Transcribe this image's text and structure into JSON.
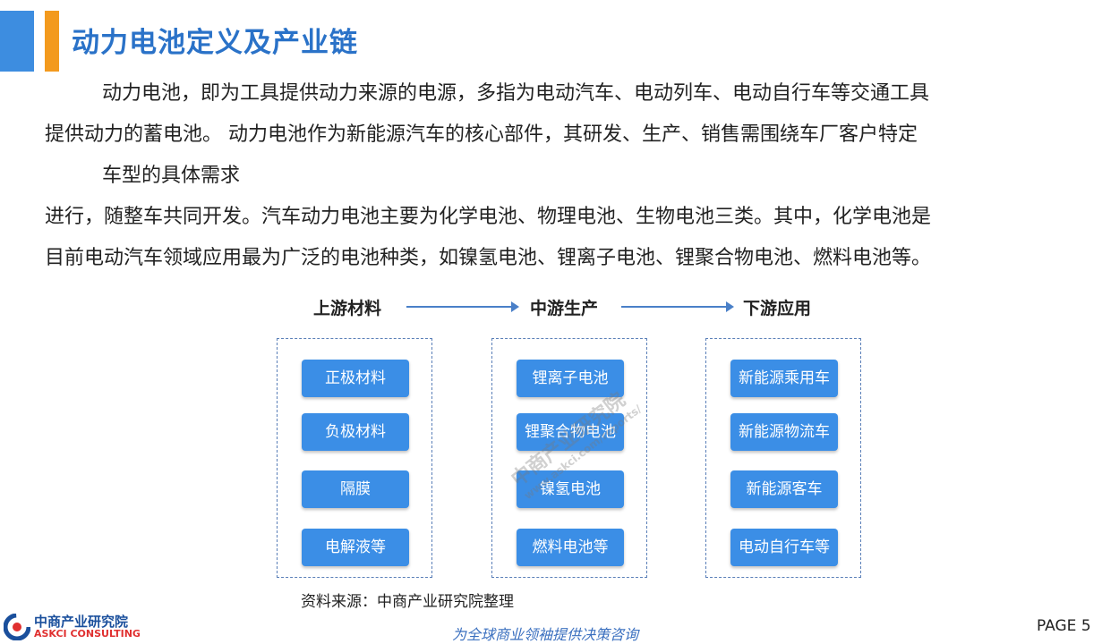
{
  "header": {
    "title": "动力电池定义及产业链"
  },
  "body": {
    "lines": [
      "动力电池，即为工具提供动力来源的电源，多指为电动汽车、电动列车、电动自行车等交通工具",
      "提供动力的蓄电池。  动力电池作为新能源汽车的核心部件，其研发、生产、销售需围绕车厂客户特定",
      "车型的具体需求",
      "进行，随整车共同开发。汽车动力电池主要为化学电池、物理电池、生物电池三类。其中，化学电池是",
      "目前电动汽车领域应用最为广泛的电池种类，如镍氢电池、锂离子电池、锂聚合物电池、燃料电池等。"
    ]
  },
  "diagram": {
    "columns": [
      {
        "heading": "上游材料",
        "items": [
          "正极材料",
          "负极材料",
          "隔膜",
          "电解液等"
        ]
      },
      {
        "heading": "中游生产",
        "items": [
          "锂离子电池",
          "锂聚合物电池",
          "镍氢电池",
          "燃料电池等"
        ]
      },
      {
        "heading": "下游应用",
        "items": [
          "新能源乘用车",
          "新能源物流车",
          "新能源客车",
          "电动自行车等"
        ]
      }
    ],
    "source": "资料来源：中商产业研究院整理"
  },
  "watermark": {
    "main": "中商产业研究院",
    "sub": "www.askci.com/reports/"
  },
  "footer": {
    "logo_cn": "中商产业研究院",
    "logo_en": "ASKCI CONSULTING",
    "slogan": "为全球商业领袖提供决策咨询",
    "page": "PAGE  5"
  },
  "colors": {
    "accent_blue": "#3d8de0",
    "accent_orange": "#f39a1e",
    "title": "#2a72c8",
    "node": "#3b8ee6"
  }
}
